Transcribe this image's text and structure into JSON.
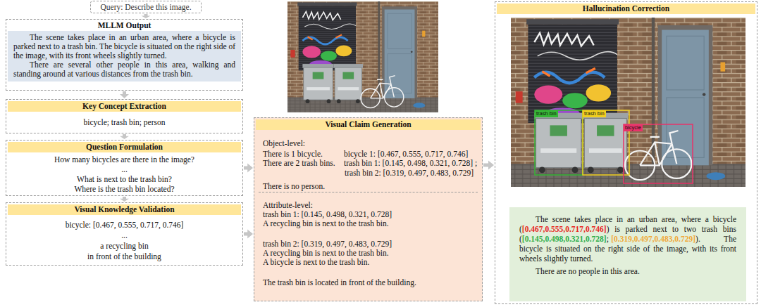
{
  "diagram": {
    "nodes": [
      {
        "text": [
          "Query: Describe this image."
        ]
      },
      {
        "text": [
          "MLLM Output",
          "The scene takes place in an urban area, where a bicycle is parked next to a trash bin. The bicycle is situated on the right side of the image, with its front wheels slightly turned.",
          "There are several other people in this area, walking and standing around at various distances from the trash bin."
        ]
      },
      {
        "text": [
          "Key Concept Extraction",
          "bicycle; trash bin; person"
        ]
      },
      {
        "text": [
          "Question Formulation",
          "How many bicycles are there in the image?",
          "...",
          "What is next to the trash bin?",
          "Where is the trash bin located?"
        ]
      },
      {
        "text": [
          "Visual Knowledge Validation",
          "bicycle: [0.467, 0.555, 0.717, 0.746]",
          "...",
          "a recycling bin",
          "in front of the building"
        ]
      },
      {
        "text": [
          "Visual Claim Generation",
          "Object-level:",
          "There is 1 bicycle.",
          "bicycle 1: [0.467, 0.555, 0.717, 0.746]",
          "There are 2 trash bins.",
          "trash bin 1: [0.145, 0.498, 0.321, 0.728] ;",
          "trash bin 2: [0.319, 0.497, 0.483, 0.729]",
          "There is no person.",
          "Attribute-level:",
          "trash bin 1: [0.145, 0.498, 0.321, 0.728]",
          "A recycling bin is next to the trash bin.",
          "trash bin 2: [0.319, 0.497, 0.483, 0.729]",
          "A recycling bin is next to the trash bin.",
          "A bicycle is next to the trash bin.",
          "The trash bin is located in front of the building."
        ]
      },
      {
        "text": [
          "Hallucination Correction"
        ]
      },
      {
        "text": [
          "The scene takes place in an urban area, where a bicycle (",
          "[0.467,0.555,0.717,0.746]",
          ") is parked next to two trash bins (",
          "[0.145,0.498,0.321,0.728]",
          ";",
          "[0.319,0.497,0.483,0.729]",
          "). The bicycle is situated on the right side of the image, with its front wheels slightly turned.",
          "There are no people in this area."
        ],
        "in": 6
      }
    ],
    "edges": [
      {
        "from": 0,
        "to": 1,
        "arrow": "to"
      },
      {
        "from": 1,
        "to": 2,
        "arrow": "to"
      },
      {
        "from": 2,
        "to": 3,
        "arrow": "to"
      },
      {
        "from": 3,
        "to": 4,
        "arrow": "to"
      },
      {
        "from": 3,
        "to": 5,
        "arrow": "to"
      },
      {
        "from": 4,
        "to": 5,
        "arrow": "to"
      },
      {
        "from": 5,
        "to": 6,
        "arrow": "to"
      }
    ],
    "labels": [
      "trash bin",
      "trash bin",
      "bicycle"
    ]
  }
}
